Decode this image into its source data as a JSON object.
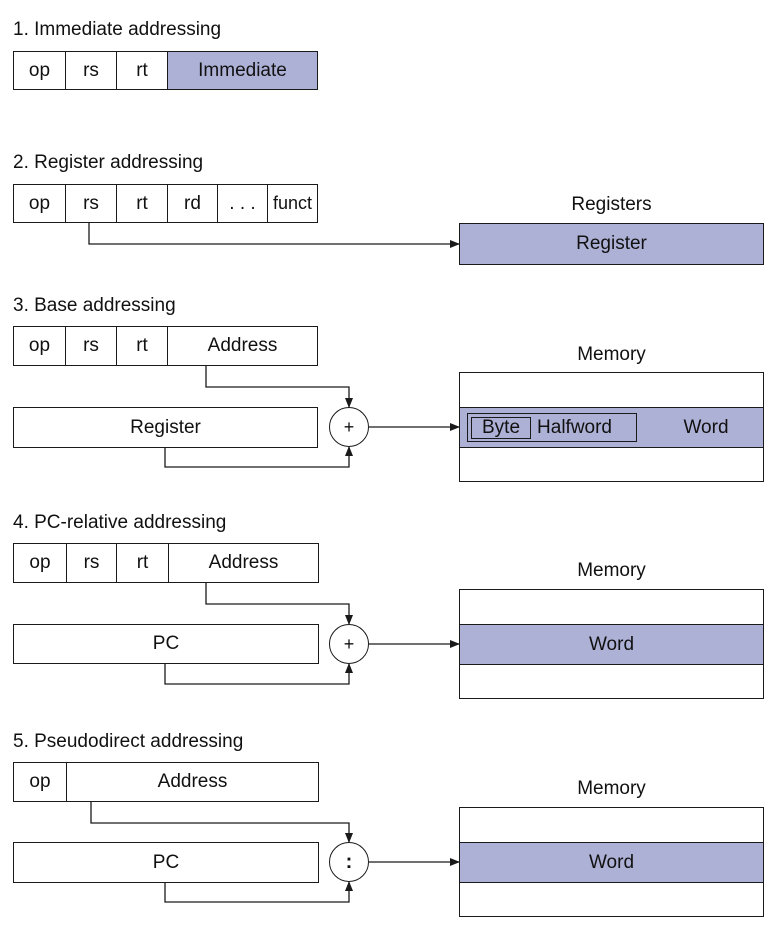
{
  "colors": {
    "fill": "#aeb1d6",
    "stroke": "#1a1a1a"
  },
  "modes": [
    {
      "heading": "1.  Immediate addressing",
      "fields": [
        "op",
        "rs",
        "rt",
        "Immediate"
      ]
    },
    {
      "heading": "2. Register addressing",
      "fields": [
        "op",
        "rs",
        "rt",
        "rd",
        ". . .",
        "funct"
      ],
      "target_label": "Registers",
      "target_cell": "Register"
    },
    {
      "heading": "3.  Base addressing",
      "fields": [
        "op",
        "rs",
        "rt",
        "Address"
      ],
      "operand": "Register",
      "operator": "+",
      "target_label": "Memory",
      "byte": "Byte",
      "halfword": "Halfword",
      "word": "Word"
    },
    {
      "heading": "4.  PC-relative addressing",
      "fields": [
        "op",
        "rs",
        "rt",
        "Address"
      ],
      "operand": "PC",
      "operator": "+",
      "target_label": "Memory",
      "word": "Word"
    },
    {
      "heading": "5.  Pseudodirect addressing",
      "fields": [
        "op",
        "Address"
      ],
      "operand": "PC",
      "operator": ":",
      "target_label": "Memory",
      "word": "Word"
    }
  ]
}
